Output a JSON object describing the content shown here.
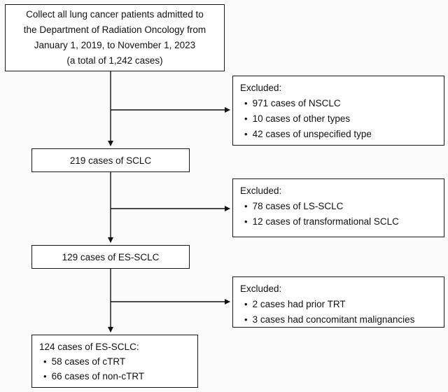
{
  "style": {
    "line_color": "#111111",
    "box_fill": "#ffffff",
    "box_border": "#1a1a1a"
  },
  "flowchart": {
    "bullet": "•",
    "start_box": {
      "text": "Collect all lung cancer patients admitted to\nthe Department of Radiation Oncology from\nJanuary 1, 2019, to November 1, 2023\n(a total of 1,242 cases)"
    },
    "sclc_box": {
      "label": "219 cases of SCLC"
    },
    "es_sclc_box": {
      "label": "129 cases of ES-SCLC"
    },
    "final_box": {
      "title": "124 cases of ES-SCLC:",
      "items": [
        "58 cases of cTRT",
        "66 cases of non-cTRT"
      ]
    },
    "excluded_boxes": [
      {
        "title": "Excluded:",
        "items": [
          "971 cases of NSCLC",
          "10 cases of other types",
          "42 cases of unspecified type"
        ]
      },
      {
        "title": "Excluded:",
        "items": [
          "78 cases of LS-SCLC",
          "12 cases of transformational SCLC"
        ]
      },
      {
        "title": "Excluded:",
        "items": [
          "2 cases had prior TRT",
          "3 cases had concomitant malignancies"
        ]
      }
    ]
  }
}
